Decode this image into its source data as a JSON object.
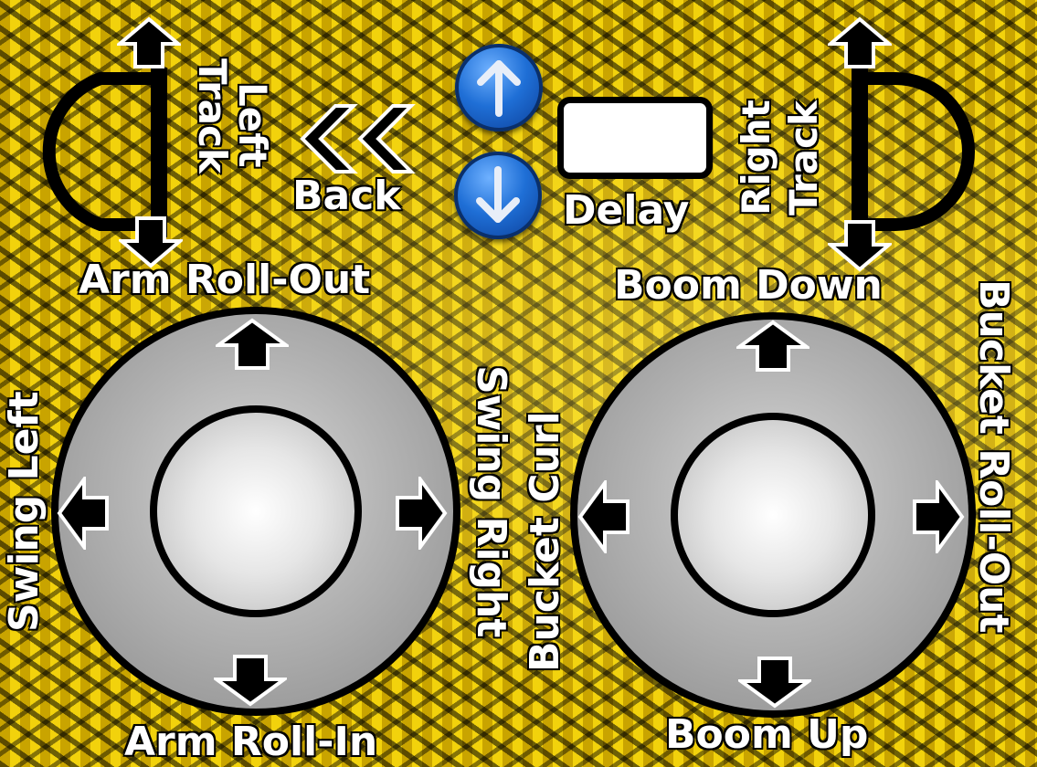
{
  "labels": {
    "left_track": "Left Track",
    "left_track_line1": "Left",
    "left_track_line2": "Track",
    "back": "Back",
    "delay": "Delay",
    "right_track_line1": "Right",
    "right_track_line2": "Track",
    "arm_roll_out": "Arm Roll-Out",
    "arm_roll_in": "Arm Roll-In",
    "swing_left": "Swing Left",
    "swing_right": "Swing Right",
    "bucket_curl": "Bucket Curl",
    "boom_down": "Boom Down",
    "boom_up": "Boom Up",
    "bucket_roll_out": "Bucket Roll-Out"
  },
  "colors": {
    "background": "#e2bd00",
    "label_text": "#ffffff",
    "label_outline": "#000000",
    "button_blue": "#1f6fd6",
    "joystick_face": "#b3b3b3"
  },
  "icons": {
    "back": "double-chevron-left-icon",
    "up_button": "arrow-up-icon",
    "down_button": "arrow-down-icon"
  }
}
